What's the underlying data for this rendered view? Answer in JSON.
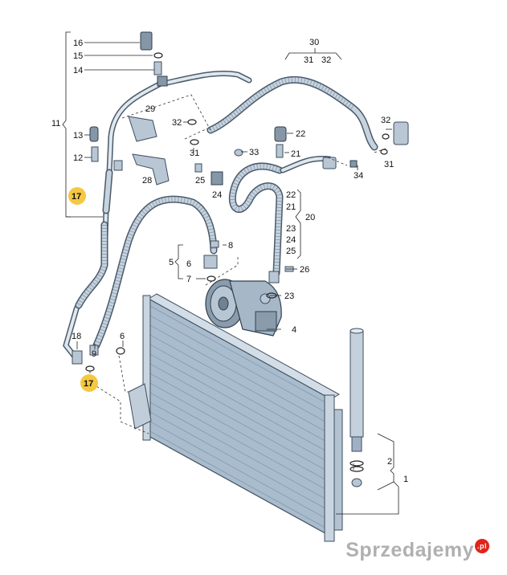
{
  "diagram": {
    "labels": {
      "p1": "1",
      "p2": "2",
      "p4": "4",
      "p5": "5",
      "p6": "6",
      "p6b": "6",
      "p7": "7",
      "p8": "8",
      "p9": "9",
      "p11": "11",
      "p12": "12",
      "p13": "13",
      "p14": "14",
      "p15": "15",
      "p16": "16",
      "p17a": "17",
      "p17b": "17",
      "p18": "18",
      "p20": "20",
      "p21a": "21",
      "p21b": "21",
      "p22a": "22",
      "p22b": "22",
      "p23a": "23",
      "p23b": "23",
      "p24a": "24",
      "p24b": "24",
      "p25a": "25",
      "p25b": "25",
      "p26": "26",
      "p28": "28",
      "p29": "29",
      "p30": "30",
      "p31a": "31",
      "p31b": "31",
      "p31c": "31",
      "p32a": "32",
      "p32b": "32",
      "p32c": "32",
      "p33": "33",
      "p34": "34"
    },
    "highlight_color": "#f5c842"
  },
  "watermark": {
    "text": "Sprzedajemy",
    "badge": ".pl"
  }
}
